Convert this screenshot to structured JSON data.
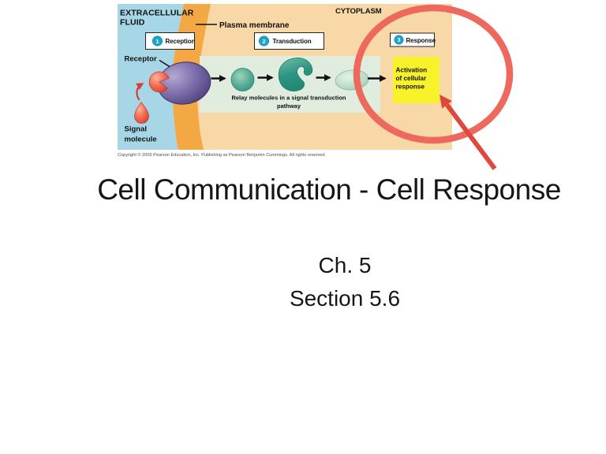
{
  "theme": {
    "ecf-blue": "#a7d6e7",
    "membrane-orange": "#f3a844",
    "cytoplasm-peach": "#f8d8a7",
    "pathway-mint": "#e0ecdd",
    "response-yellow": "#f8f22b",
    "badge-teal": "#1ba3c6",
    "annotation-red": "#ed695e",
    "annotation-arrow-red": "#dd4a3d",
    "ink": "#111111",
    "title-ink": "#161616"
  },
  "slide": {
    "title": "Cell Communication - Cell Response",
    "chapter": "Ch. 5",
    "section": "Section 5.6"
  },
  "figure": {
    "labels": {
      "extracellular1": "EXTRACELLULAR",
      "extracellular2": "FLUID",
      "cytoplasm": "CYTOPLASM",
      "plasma_membrane": "Plasma membrane",
      "receptor": "Receptor",
      "signal1": "Signal",
      "signal2": "molecule"
    },
    "steps": [
      {
        "num": "1",
        "label": "Reception"
      },
      {
        "num": "2",
        "label": "Transduction"
      },
      {
        "num": "3",
        "label": "Response"
      }
    ],
    "relay_caption1": "Relay molecules in a signal transduction",
    "relay_caption2": "pathway",
    "activation1": "Activation",
    "activation2": "of cellular",
    "activation3": "response",
    "copyright": "Copyright © 2005 Pearson Education, Inc. Publishing as Pearson Benjamin Cummings. All rights reserved."
  }
}
